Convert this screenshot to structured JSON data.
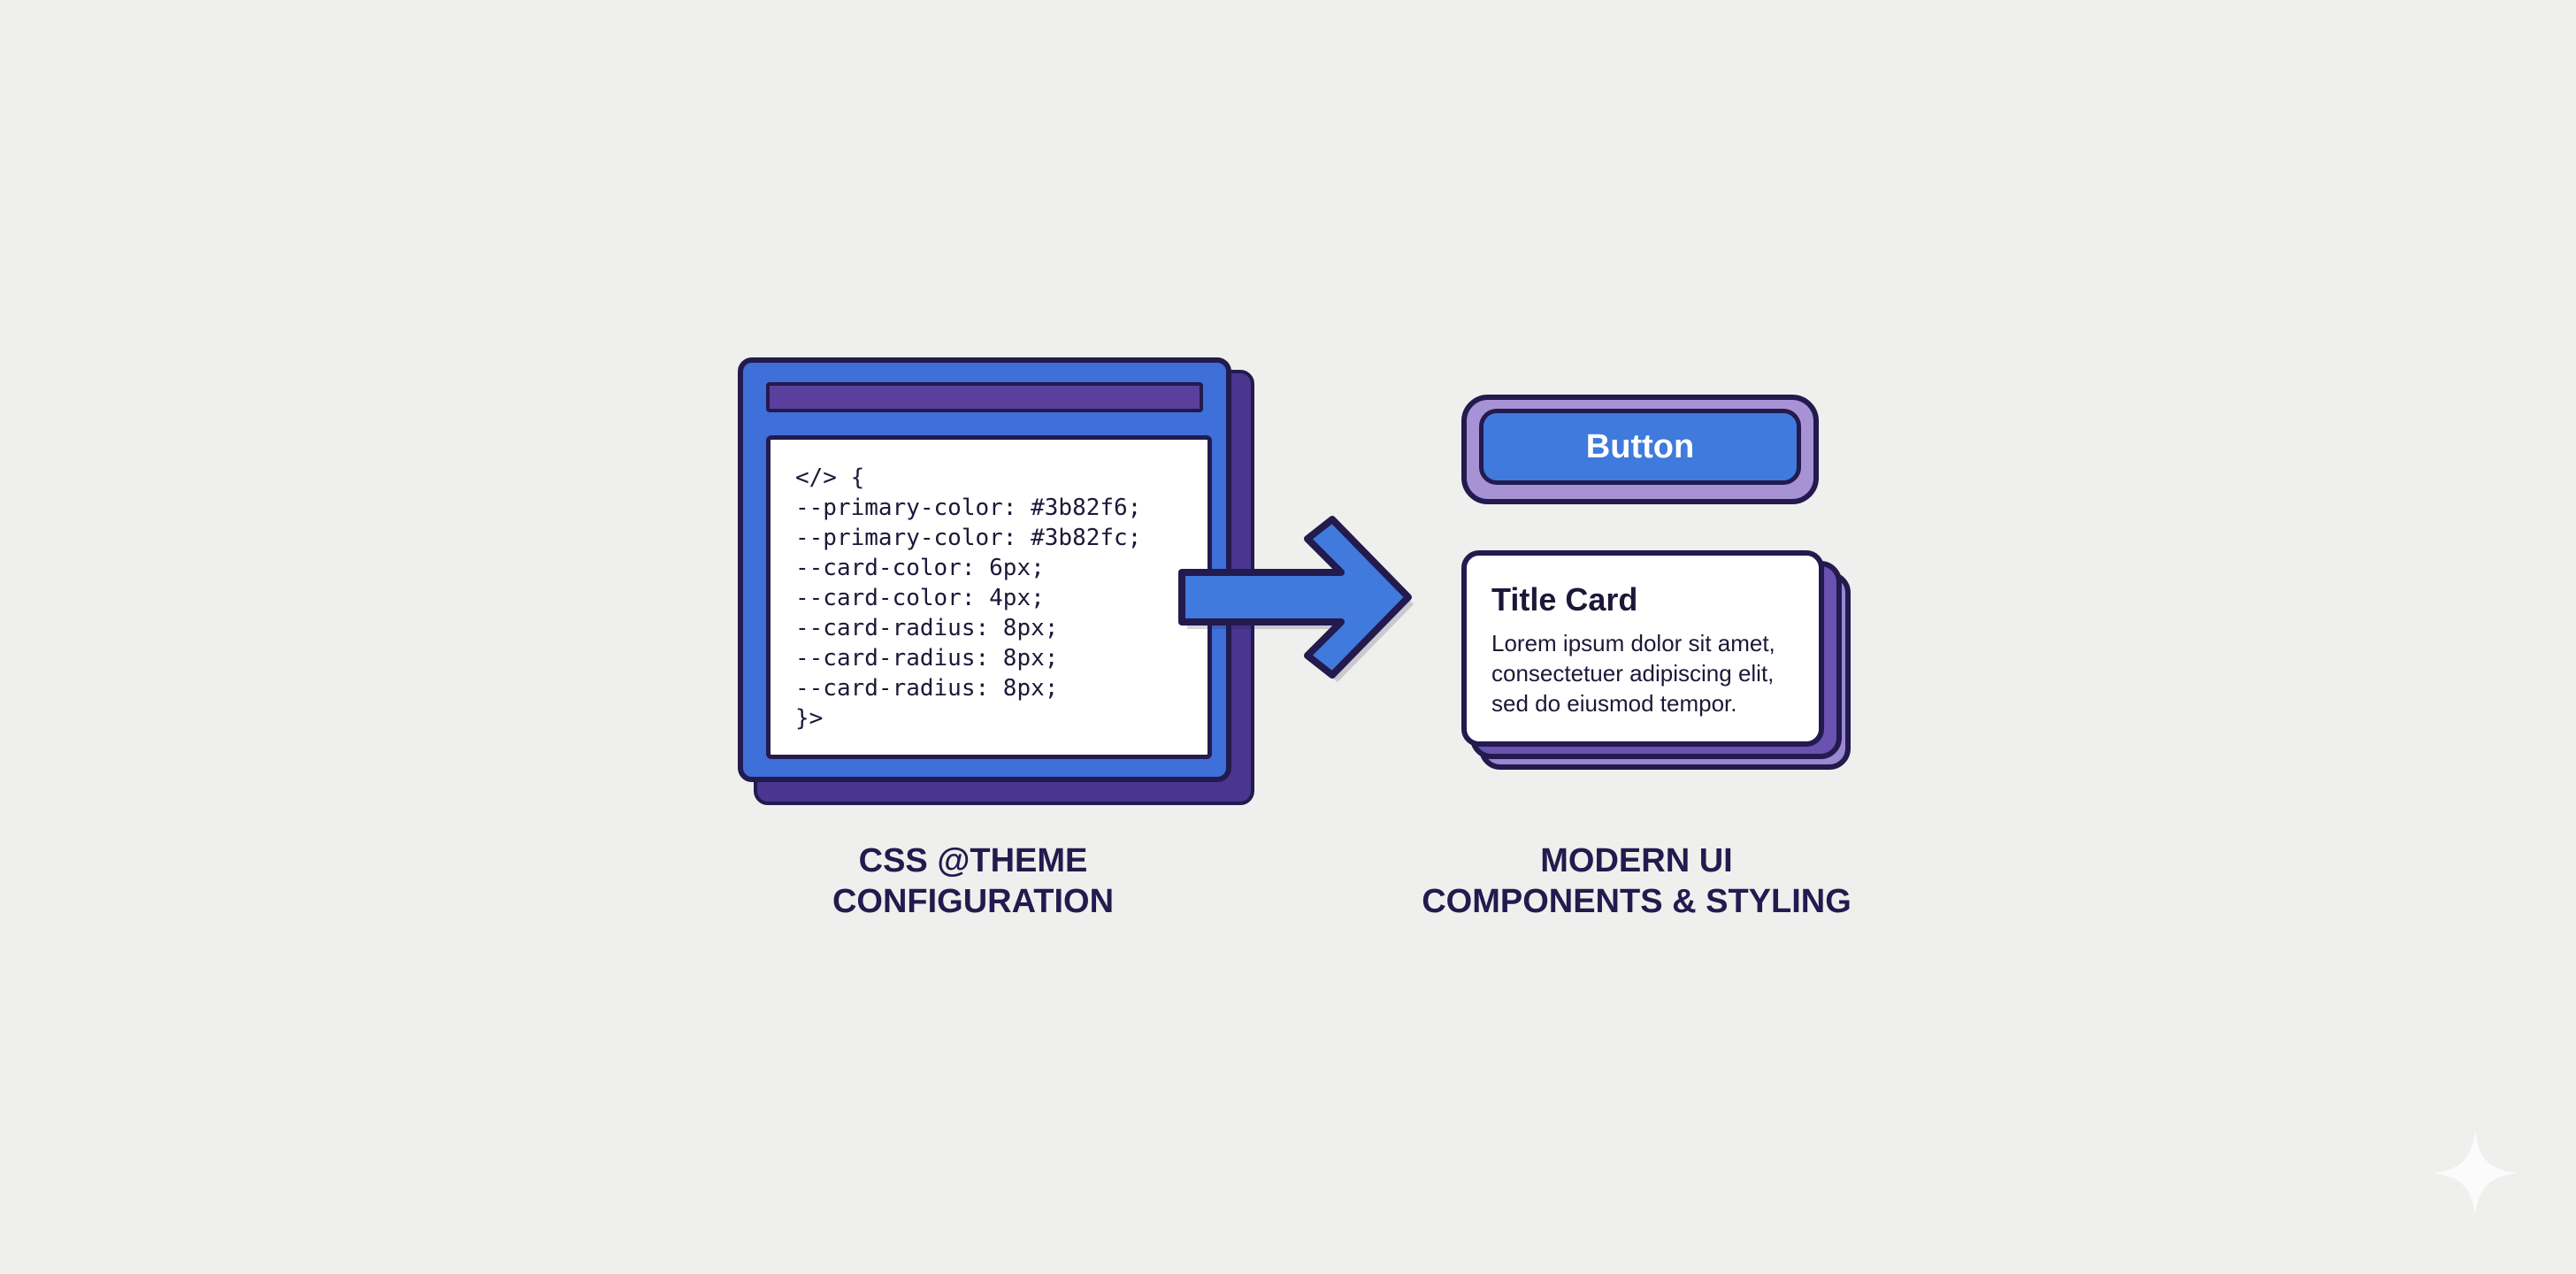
{
  "code_window": {
    "lines": [
      "</> {",
      "--primary-color: #3b82f6;",
      "--primary-color: #3b82fc;",
      "--card-color: 6px;",
      "--card-color: 4px;",
      "--card-radius: 8px;",
      "--card-radius: 8px;",
      "--card-radius: 8px;",
      "}>"
    ]
  },
  "button_preview": {
    "label": "Button"
  },
  "title_card": {
    "title": "Title Card",
    "body_lines": [
      "Lorem ipsum dolor sit amet,",
      "consectetuer adipiscing elit,",
      "sed do eiusmod tempor."
    ]
  },
  "captions": {
    "left": [
      "CSS @THEME",
      "CONFIGURATION"
    ],
    "right": [
      "MODERN UI",
      "COMPONENTS & STYLING"
    ]
  },
  "colors": {
    "background": "#efefed",
    "outline": "#231a4e",
    "blue": "#3f6fd8",
    "purple": "#5b3f9c",
    "lavender": "#a892d6"
  },
  "icons": {
    "arrow": "arrow-right-icon",
    "watermark": "sparkle-icon"
  }
}
